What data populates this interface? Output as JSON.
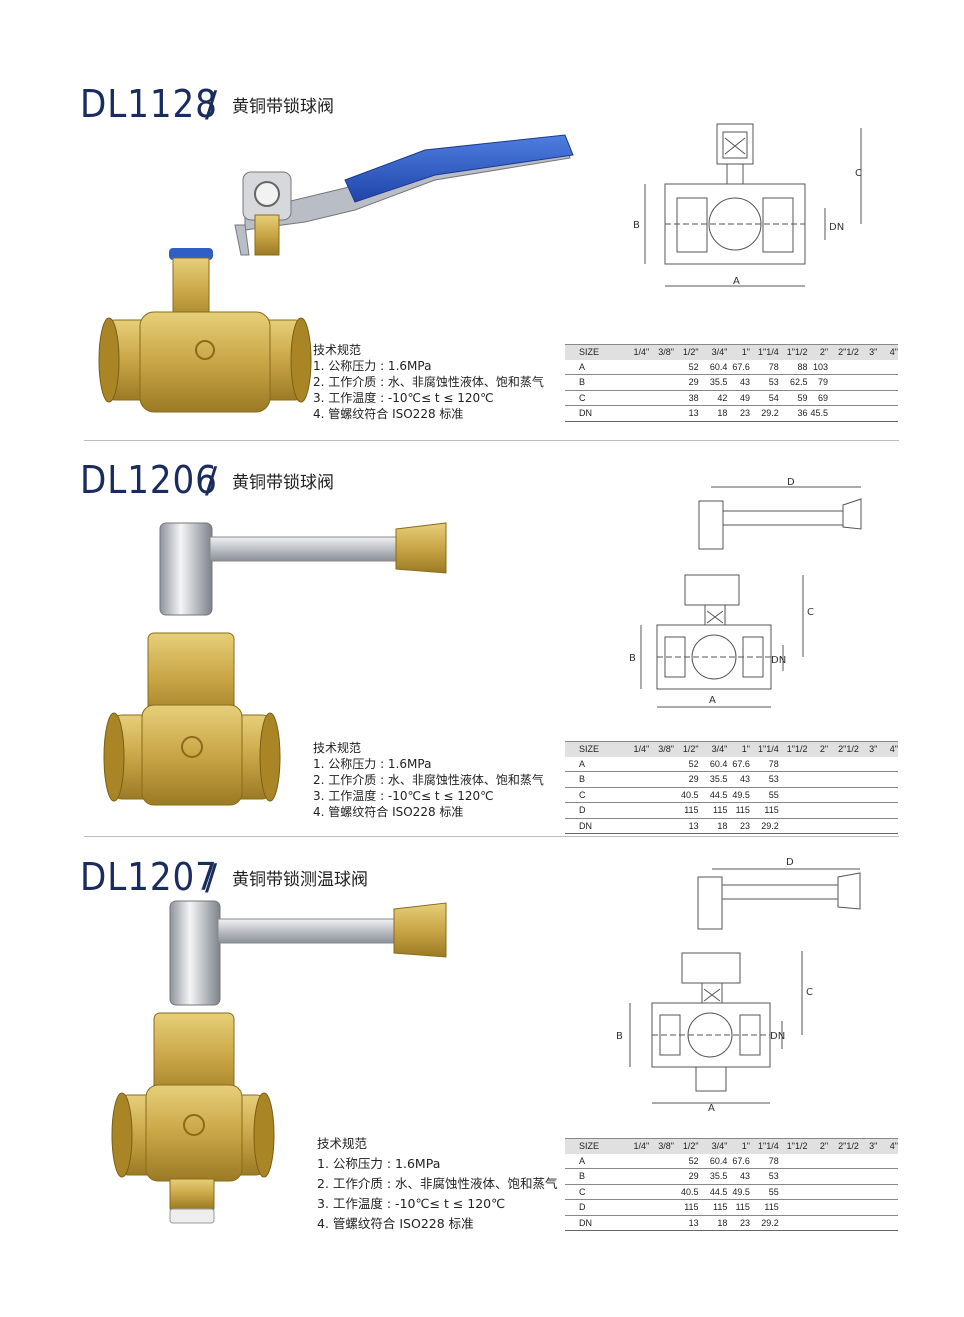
{
  "sections": [
    {
      "model": "DL1128",
      "slash": "/",
      "subtitle": "黄铜带锁球阀",
      "specs_title": "技术规范",
      "specs": [
        "1. 公称压力 : 1.6MPa",
        "2. 工作介质 : 水、非腐蚀性液体、饱和蒸气",
        "3. 工作温度 : -10℃≤ t ≤ 120℃",
        "4. 管螺纹符合 ISO228 标准"
      ],
      "table": {
        "header": [
          "SIZE",
          "1/4\"",
          "3/8\"",
          "1/2\"",
          "3/4\"",
          "1\"",
          "1\"1/4",
          "1\"1/2",
          "2\"",
          "2\"1/2",
          "3\"",
          "4\""
        ],
        "rows": [
          [
            "A",
            "",
            "",
            "52",
            "60.4",
            "67.6",
            "78",
            "88",
            "103",
            "",
            "",
            ""
          ],
          [
            "B",
            "",
            "",
            "29",
            "35.5",
            "43",
            "53",
            "62.5",
            "79",
            "",
            "",
            ""
          ],
          [
            "C",
            "",
            "",
            "38",
            "42",
            "49",
            "54",
            "59",
            "69",
            "",
            "",
            ""
          ],
          [
            "DN",
            "",
            "",
            "13",
            "18",
            "23",
            "29.2",
            "36",
            "45.5",
            "",
            "",
            ""
          ]
        ]
      },
      "drawing_labels": {
        "A": "A",
        "B": "B",
        "C": "C",
        "DN": "DN"
      }
    },
    {
      "model": "DL1206",
      "slash": "/",
      "subtitle": "黄铜带锁球阀",
      "specs_title": "技术规范",
      "specs": [
        "1. 公称压力 : 1.6MPa",
        "2. 工作介质 : 水、非腐蚀性液体、饱和蒸气",
        "3. 工作温度 : -10℃≤ t ≤ 120℃",
        "4. 管螺纹符合 ISO228 标准"
      ],
      "table": {
        "header": [
          "SIZE",
          "1/4\"",
          "3/8\"",
          "1/2\"",
          "3/4\"",
          "1\"",
          "1\"1/4",
          "1\"1/2",
          "2\"",
          "2\"1/2",
          "3\"",
          "4\""
        ],
        "rows": [
          [
            "A",
            "",
            "",
            "52",
            "60.4",
            "67.6",
            "78",
            "",
            "",
            "",
            "",
            ""
          ],
          [
            "B",
            "",
            "",
            "29",
            "35.5",
            "43",
            "53",
            "",
            "",
            "",
            "",
            ""
          ],
          [
            "C",
            "",
            "",
            "40.5",
            "44.5",
            "49.5",
            "55",
            "",
            "",
            "",
            "",
            ""
          ],
          [
            "D",
            "",
            "",
            "115",
            "115",
            "115",
            "115",
            "",
            "",
            "",
            "",
            ""
          ],
          [
            "DN",
            "",
            "",
            "13",
            "18",
            "23",
            "29.2",
            "",
            "",
            "",
            "",
            ""
          ]
        ]
      },
      "drawing_labels": {
        "A": "A",
        "B": "B",
        "C": "C",
        "D": "D",
        "DN": "DN"
      }
    },
    {
      "model": "DL1207",
      "slash": "/",
      "subtitle": "黄铜带锁测温球阀",
      "specs_title": "技术规范",
      "specs": [
        "1. 公称压力 : 1.6MPa",
        "2. 工作介质 : 水、非腐蚀性液体、饱和蒸气",
        "3. 工作温度 : -10℃≤ t ≤ 120℃",
        "4. 管螺纹符合 ISO228 标准"
      ],
      "table": {
        "header": [
          "SIZE",
          "1/4\"",
          "3/8\"",
          "1/2\"",
          "3/4\"",
          "1\"",
          "1\"1/4",
          "1\"1/2",
          "2\"",
          "2\"1/2",
          "3\"",
          "4\""
        ],
        "rows": [
          [
            "A",
            "",
            "",
            "52",
            "60.4",
            "67.6",
            "78",
            "",
            "",
            "",
            "",
            ""
          ],
          [
            "B",
            "",
            "",
            "29",
            "35.5",
            "43",
            "53",
            "",
            "",
            "",
            "",
            ""
          ],
          [
            "C",
            "",
            "",
            "40.5",
            "44.5",
            "49.5",
            "55",
            "",
            "",
            "",
            "",
            ""
          ],
          [
            "D",
            "",
            "",
            "115",
            "115",
            "115",
            "115",
            "",
            "",
            "",
            "",
            ""
          ],
          [
            "DN",
            "",
            "",
            "13",
            "18",
            "23",
            "29.2",
            "",
            "",
            "",
            "",
            ""
          ]
        ]
      },
      "drawing_labels": {
        "A": "A",
        "B": "B",
        "C": "C",
        "D": "D",
        "DN": "DN"
      }
    }
  ],
  "colors": {
    "title": "#1a2b5e",
    "brass": "#c9a646",
    "handle_blue": "#2f5fc4",
    "chrome": "#c8ccd2"
  },
  "icons": [
    "ball-valve-photo",
    "lock-key-photo",
    "technical-drawing"
  ]
}
